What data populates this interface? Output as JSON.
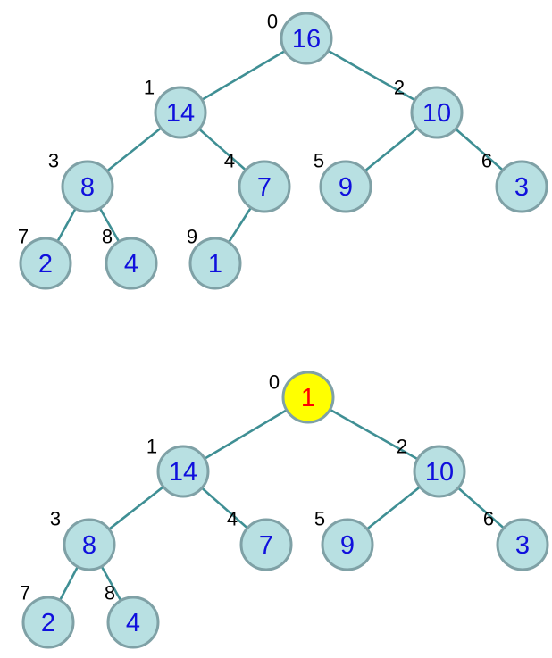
{
  "colors": {
    "node_fill": "#b8e0e2",
    "node_stroke": "#7fa1a6",
    "edge": "#3f8f94",
    "value_text": "#1010dd",
    "highlight_fill": "#ffff00",
    "highlight_stroke": "#808080",
    "highlight_text": "#ff0000",
    "index_text": "#000000"
  },
  "trees": [
    {
      "nodes": [
        {
          "index": "0",
          "value": "16"
        },
        {
          "index": "1",
          "value": "14"
        },
        {
          "index": "2",
          "value": "10"
        },
        {
          "index": "3",
          "value": "8"
        },
        {
          "index": "4",
          "value": "7"
        },
        {
          "index": "5",
          "value": "9"
        },
        {
          "index": "6",
          "value": "3"
        },
        {
          "index": "7",
          "value": "2"
        },
        {
          "index": "8",
          "value": "4"
        },
        {
          "index": "9",
          "value": "1"
        }
      ],
      "edges": [
        [
          0,
          1
        ],
        [
          0,
          2
        ],
        [
          1,
          3
        ],
        [
          1,
          4
        ],
        [
          2,
          5
        ],
        [
          2,
          6
        ],
        [
          3,
          7
        ],
        [
          3,
          8
        ],
        [
          4,
          9
        ]
      ]
    },
    {
      "nodes": [
        {
          "index": "0",
          "value": "1",
          "highlighted": true
        },
        {
          "index": "1",
          "value": "14"
        },
        {
          "index": "2",
          "value": "10"
        },
        {
          "index": "3",
          "value": "8"
        },
        {
          "index": "4",
          "value": "7"
        },
        {
          "index": "5",
          "value": "9"
        },
        {
          "index": "6",
          "value": "3"
        },
        {
          "index": "7",
          "value": "2"
        },
        {
          "index": "8",
          "value": "4"
        }
      ],
      "edges": [
        [
          0,
          1
        ],
        [
          0,
          2
        ],
        [
          1,
          3
        ],
        [
          1,
          4
        ],
        [
          2,
          5
        ],
        [
          2,
          6
        ],
        [
          3,
          7
        ],
        [
          3,
          8
        ]
      ]
    }
  ]
}
